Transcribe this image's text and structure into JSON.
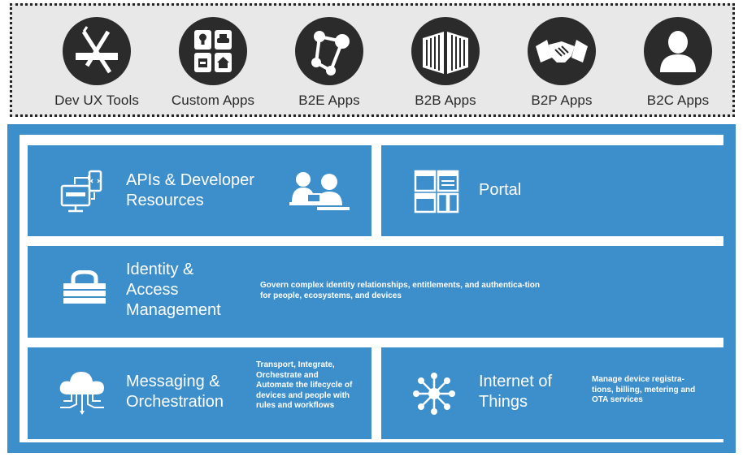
{
  "apps": [
    {
      "label": "Dev UX Tools",
      "icon": "dev-tools-icon"
    },
    {
      "label": "Custom Apps",
      "icon": "custom-apps-grid-icon"
    },
    {
      "label": "B2E Apps",
      "icon": "network-nodes-icon"
    },
    {
      "label": "B2B Apps",
      "icon": "buildings-icon"
    },
    {
      "label": "B2P Apps",
      "icon": "handshake-icon"
    },
    {
      "label": "B2C Apps",
      "icon": "person-icon"
    }
  ],
  "panels": {
    "apis": {
      "title": "APIs & Developer Resources",
      "icon": "devices-icon",
      "icon2": "developers-icon"
    },
    "portal": {
      "title": "Portal",
      "icon": "portal-windows-icon"
    },
    "identity": {
      "title": "Identity & Access Management",
      "desc": "Govern complex identity relationships, entitlements, and authentica-tion for people, ecosystems, and devices",
      "icon": "lock-icon"
    },
    "messaging": {
      "title": "Messaging & Orchestration",
      "desc": "Transport, Integrate, Orchestrate and Automate the lifecycle of devices and people with rules and workflows",
      "icon": "cloud-icon"
    },
    "iot": {
      "title": "Internet of Things",
      "desc": "Manage device registra-tions, billing, metering and OTA services",
      "icon": "hub-icon"
    }
  },
  "colors": {
    "panel_blue": "#3d8fcc",
    "top_band": "#e8e8e9",
    "icon_dark": "#2b2b2b"
  }
}
